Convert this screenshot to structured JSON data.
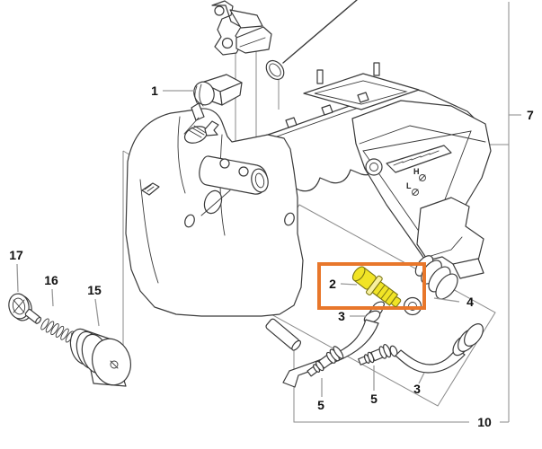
{
  "diagram": {
    "type": "exploded-parts-diagram",
    "background": "#ffffff",
    "outline_color": "#3a3a3a",
    "guide_color": "#8a8a8a",
    "label_color": "#111111",
    "highlight_box_color": "#e8772b",
    "highlighted_part_color": "#f1e426",
    "callouts": {
      "c1": "1",
      "c2": "2",
      "c3a": "3",
      "c3b": "3",
      "c4": "4",
      "c5a": "5",
      "c5b": "5",
      "c7": "7",
      "c10": "10",
      "c15": "15",
      "c16": "16",
      "c17": "17"
    },
    "carb_adjust": {
      "high": "H",
      "low": "L"
    }
  }
}
